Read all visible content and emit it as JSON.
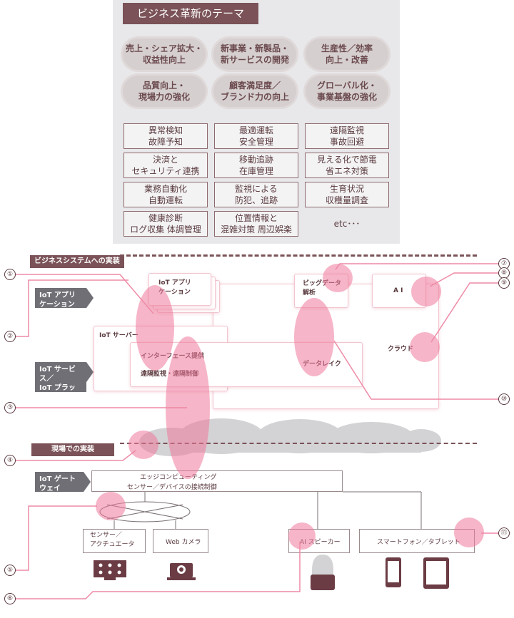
{
  "theme": {
    "title": "ビジネス革新のテーマ",
    "goals": [
      "売上・シェア拡大・\n収益性向上",
      "新事業・新製品・\n新サービスの開発",
      "生産性／効率\n向上・改善",
      "品質向上・\n現場力の強化",
      "顧客満足度／\nブランド力の向上",
      "グローバル化・\n事業基盤の強化"
    ],
    "use_cases": [
      "異常検知\n故障予知",
      "最適運転\n安全管理",
      "遠隔監視\n事故回避",
      "決済と\nセキュリティ連携",
      "移動追跡\n在庫管理",
      "見える化で節電\n省エネ対策",
      "業務自動化\n自動運転",
      "監視による\n防犯、追跡",
      "生育状況\n収穫量調査",
      "健康診断\nログ収集 体調管理",
      "位置情報と\n混雑対策 周辺娯楽",
      "etc･･･"
    ]
  },
  "business_system": {
    "section_label": "ビジネスシステムへの実装",
    "layers": {
      "iot_app": "IoT アプリ\nケーション",
      "iot_service": "IoT サービス／\nIoT プラット\nフォーム"
    },
    "iot_app_box": "IoT アプリ\nケーション",
    "bigdata_box": "ビッグデータ\n解析",
    "ai_box": "A I",
    "cloud_label": "クラウド",
    "iot_server_label": "IoT サーバー",
    "interface_label": "インターフェース提供",
    "remote_label": "遠隔監視・遠隔制御",
    "datalake_label": "データレイク"
  },
  "field": {
    "section_label": "現場での実装",
    "layer_gateway": "IoT ゲート\nウェイ",
    "edge_line1": "エッジコンピューティング",
    "edge_line2": "センサー／デバイスの接続制御",
    "sensor_box": "センサー／\nアクチュエータ",
    "webcam_box": "Web カメラ",
    "ai_speaker_box": "AI スピーカー",
    "smartphone_box": "スマートフォン／タブレット"
  },
  "markers": [
    "①",
    "②",
    "③",
    "④",
    "⑤",
    "⑥",
    "⑦",
    "⑧",
    "⑨",
    "⑩",
    "⑪"
  ],
  "colors": {
    "accent": "#7a5257",
    "highlight": "#ee789b",
    "panel": "#e8e8ea",
    "layer": "#6f6f75"
  }
}
